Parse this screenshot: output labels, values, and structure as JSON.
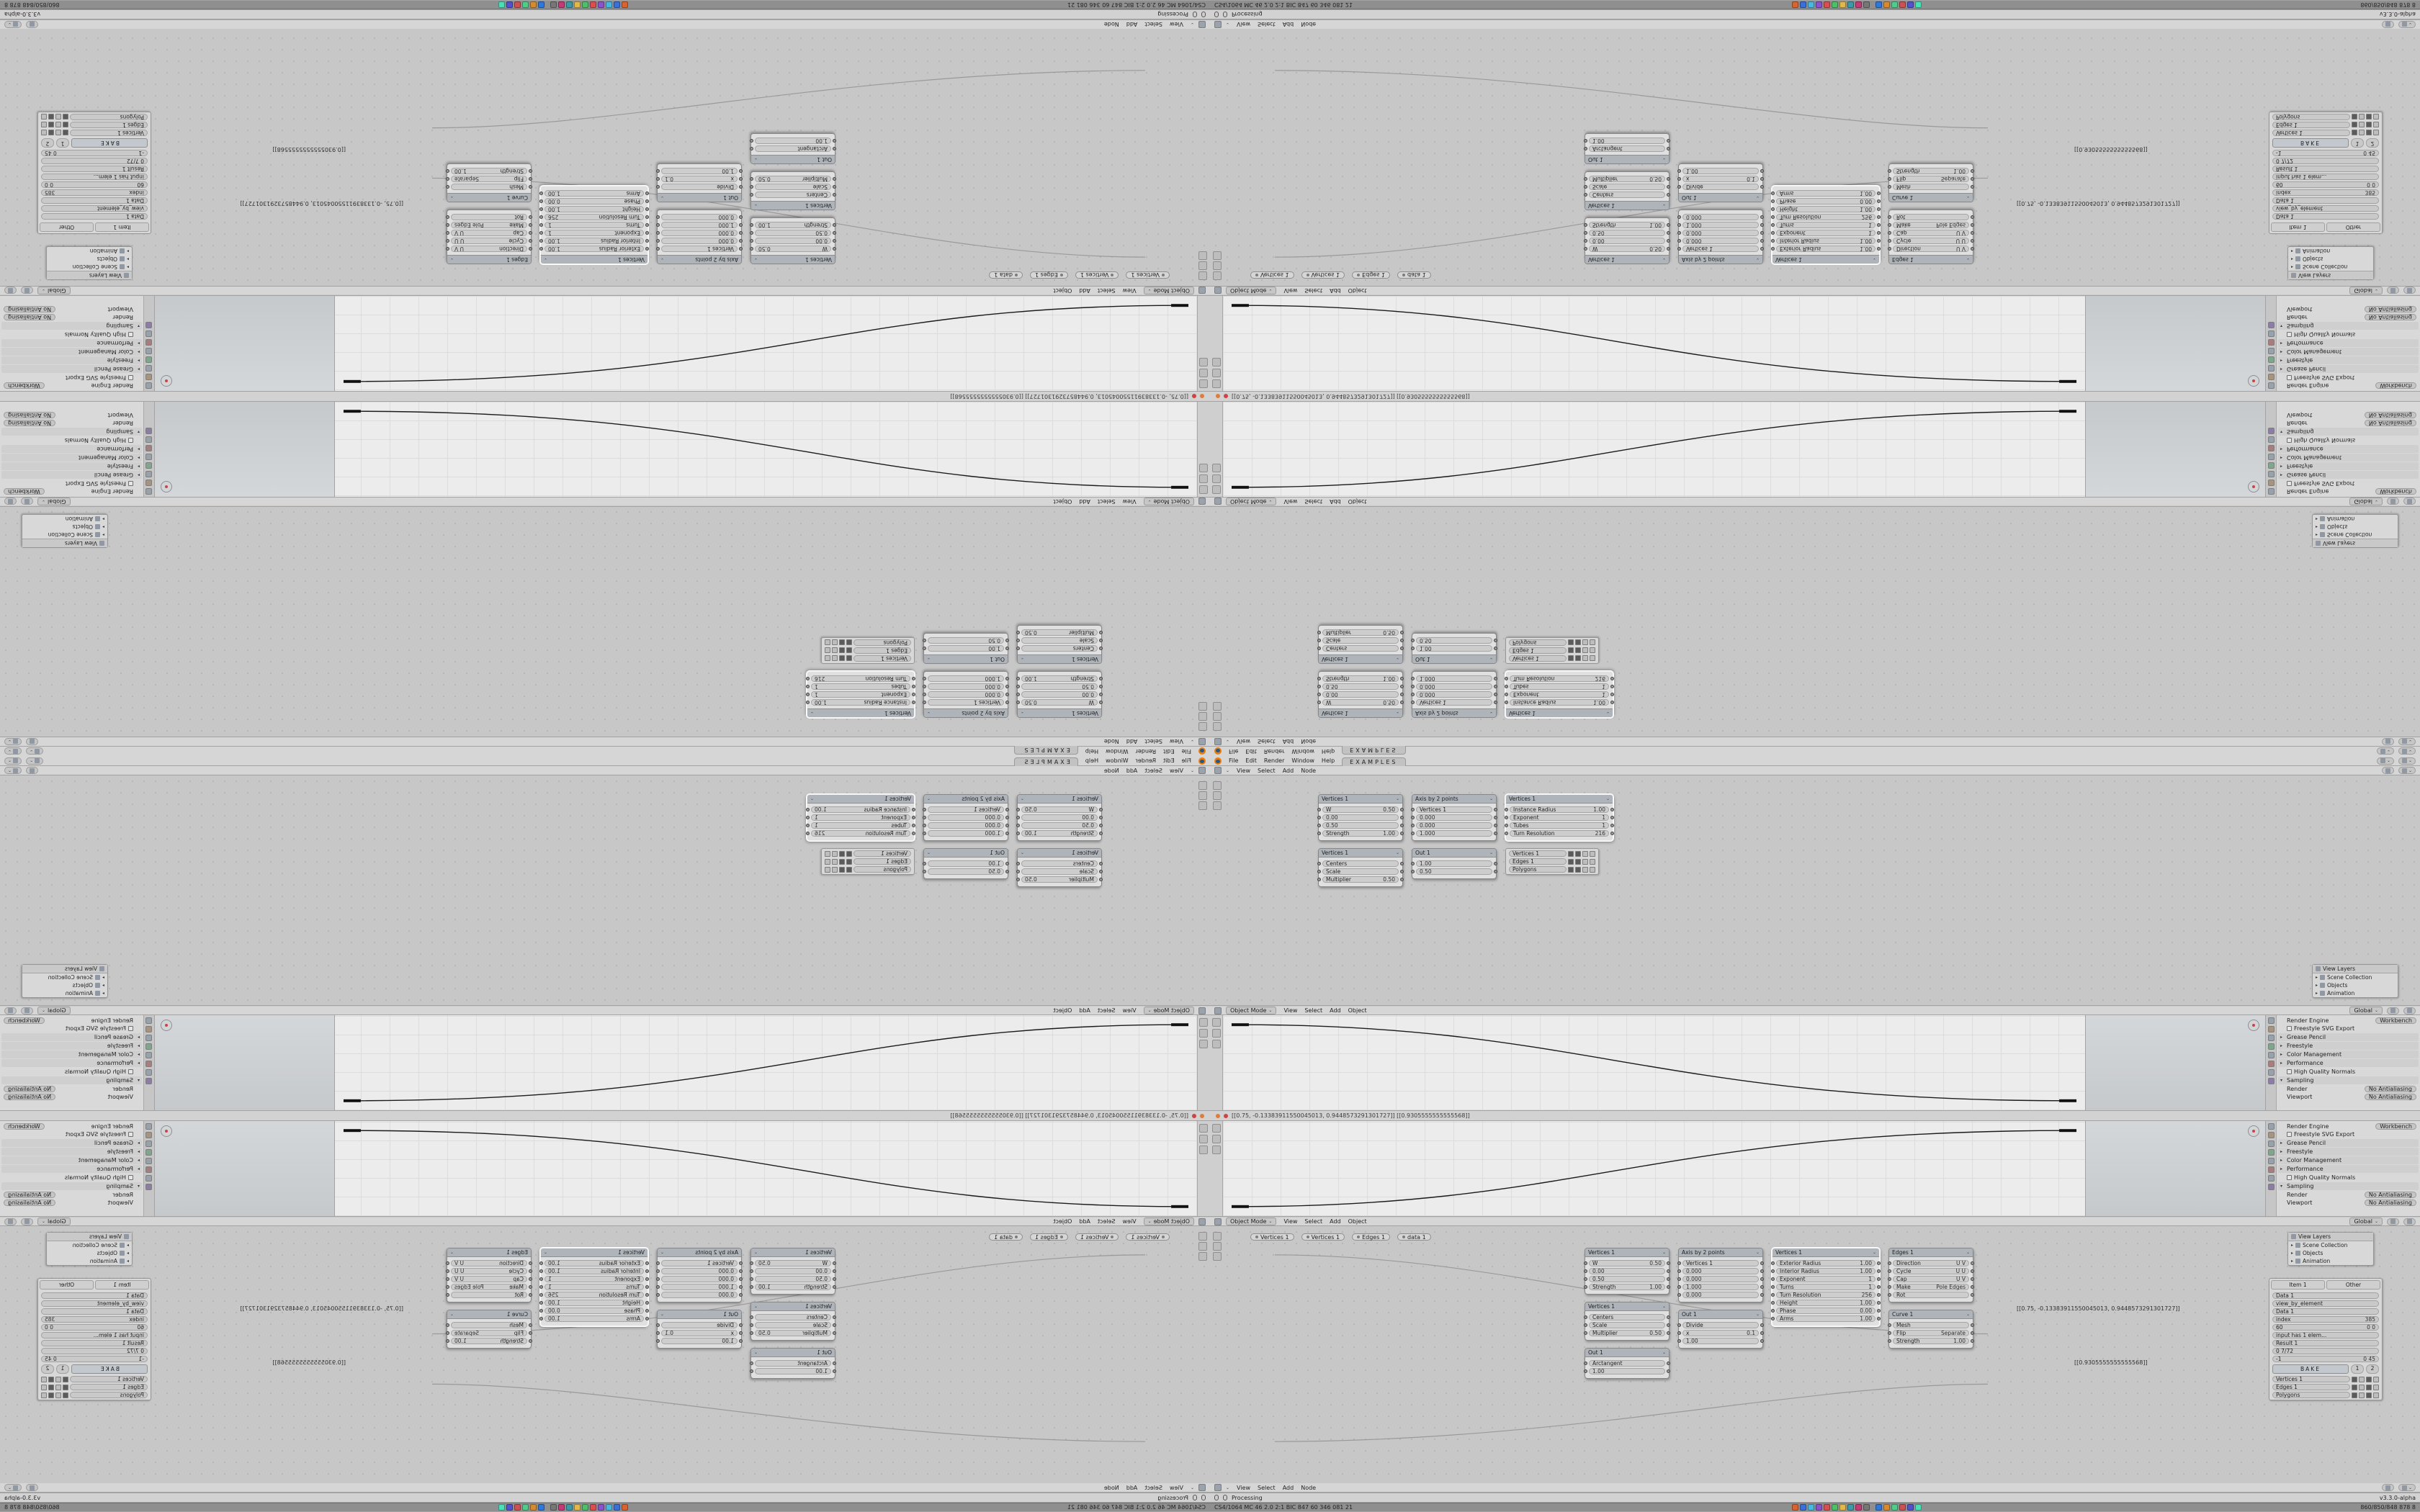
{
  "colors": {
    "accent_blue": "#4772b3",
    "curve_line": "#1b1b1b",
    "warning": "#e07b39",
    "error": "#cc4444"
  },
  "topbar": {
    "menus": [
      "File",
      "Edit",
      "Render",
      "Window",
      "Help"
    ],
    "workspace_tab": "EXAMPLES"
  },
  "status_bar": {
    "job": "Processing",
    "version": "v3.3.0-alpha"
  },
  "taskbar": {
    "stats_left": "CS4/1064 MC 46 2.0 2:1 BIC 847 60 346 081 21",
    "stats_right": "860/850/848 878 8",
    "icon_colors_a": [
      "#d9642f",
      "#3b6fd9",
      "#49b8e0",
      "#8a52cc",
      "#d94f4f",
      "#4fc06a",
      "#e0b949",
      "#3b9aa6",
      "#c23a76",
      "#777777"
    ],
    "icon_colors_b": [
      "#2f77d9",
      "#d98a2f",
      "#52cc8a",
      "#cc5252",
      "#5252cc",
      "#49e0b8"
    ]
  },
  "editor_headers": {
    "viewport": {
      "mode": "Object Mode",
      "orientation": "Global",
      "menus": [
        "View",
        "Select",
        "Add",
        "Object"
      ]
    },
    "node": {
      "menus": [
        "View",
        "Select",
        "Add",
        "Node"
      ]
    }
  },
  "info_strip": {
    "text": "[[0.75, -0.13383911550045013, 0.9448573291301727]]   [[0.9305555555555568]]"
  },
  "properties": {
    "rows": [
      {
        "t": "select",
        "label": "Render Engine",
        "value": "Workbench"
      },
      {
        "t": "check",
        "label": "Freestyle SVG Export",
        "value": ""
      },
      {
        "t": "sec",
        "label": "Grease Pencil",
        "value": ""
      },
      {
        "t": "sec",
        "label": "Freestyle",
        "value": ""
      },
      {
        "t": "sec",
        "label": "Color Management",
        "value": ""
      },
      {
        "t": "sec",
        "label": "Performance",
        "value": ""
      },
      {
        "t": "check",
        "label": "High Quality Normals",
        "value": ""
      },
      {
        "t": "secopen",
        "label": "Sampling",
        "value": ""
      },
      {
        "t": "select",
        "label": "Render",
        "value": "No Antialiasing"
      },
      {
        "t": "select",
        "label": "Viewport",
        "value": "No Antialiasing"
      }
    ]
  },
  "outliner": {
    "header": "View Layers",
    "items": [
      "Scene Collection",
      "Objects",
      "Animation"
    ]
  },
  "annotations": {
    "vector": "[[0.75, -0.13383911550045013, 0.9448573291301727]]",
    "scalar": "[[0.9305555555555568]]"
  },
  "cluster_a": {
    "nodes": [
      {
        "title": "Vertices 1",
        "rows": [
          {
            "l": "W",
            "v": "0.50"
          },
          {
            "l": "",
            "v": "0.00"
          },
          {
            "l": "",
            "v": "0.50"
          },
          {
            "l": "Strength",
            "v": "1.00"
          }
        ]
      },
      {
        "title": "Vertices 1",
        "rows": [
          {
            "l": "Centers",
            "v": ""
          },
          {
            "l": "Scale",
            "v": ""
          },
          {
            "l": "Multiplier",
            "v": "0.50"
          }
        ]
      },
      {
        "title": "Axis by 2 points",
        "rows": [
          {
            "l": "Vertices 1",
            "v": ""
          },
          {
            "l": "",
            "v": "0.000"
          },
          {
            "l": "",
            "v": "0.000"
          },
          {
            "l": "",
            "v": "1.000"
          }
        ]
      },
      {
        "title": "Vertices 1",
        "rows": [
          {
            "l": "Instance Radius",
            "v": "1.00"
          },
          {
            "l": "Exponent",
            "v": "1"
          },
          {
            "l": "Tubes",
            "v": "1"
          },
          {
            "l": "Turn Resolution",
            "v": "216"
          }
        ]
      },
      {
        "title": "Out 1",
        "rows": [
          {
            "l": "",
            "v": "1.00"
          },
          {
            "l": "",
            "v": "0.50"
          }
        ]
      }
    ]
  },
  "cluster_b": {
    "chips": [
      "Vertices 1",
      "Vertices 1",
      "Edges 1",
      "data 1"
    ],
    "nodes": [
      {
        "title": "Out 1",
        "rows": [
          {
            "l": "Arctangent",
            "v": ""
          },
          {
            "l": "",
            "v": "1.00"
          }
        ]
      },
      {
        "title": "Out 1",
        "rows": [
          {
            "l": "Divide",
            "v": ""
          },
          {
            "l": "x",
            "v": "0.1"
          },
          {
            "l": "",
            "v": "1.00"
          }
        ]
      },
      {
        "title": "Axis by 2 points",
        "rows": [
          {
            "l": "Vertices 1",
            "v": ""
          },
          {
            "l": "",
            "v": "0.000"
          },
          {
            "l": "",
            "v": "0.000"
          },
          {
            "l": "",
            "v": "1.000"
          },
          {
            "l": "",
            "v": "0.000"
          }
        ]
      },
      {
        "title": "Vertices 1",
        "rows": [
          {
            "l": "Exterior Radius",
            "v": "1.00"
          },
          {
            "l": "Interior Radius",
            "v": "1.00"
          },
          {
            "l": "Exponent",
            "v": "1"
          },
          {
            "l": "Turns",
            "v": "1"
          },
          {
            "l": "Turn Resolution",
            "v": "256"
          },
          {
            "l": "Height",
            "v": "1.00"
          },
          {
            "l": "Phase",
            "v": "0.00"
          },
          {
            "l": "Arms",
            "v": "1.00"
          }
        ]
      },
      {
        "title": "Edges 1",
        "rows": [
          {
            "l": "Direction",
            "v": "U  V"
          },
          {
            "l": "Cycle",
            "v": "U  U"
          },
          {
            "l": "Cap",
            "v": "U  V"
          },
          {
            "l": "Make",
            "v": "Pole  Edges"
          },
          {
            "l": "Rot",
            "v": ""
          }
        ]
      },
      {
        "title": "Curve 1",
        "rows": [
          {
            "l": "Mesh",
            "v": ""
          },
          {
            "l": "Flip",
            "v": "Separate"
          },
          {
            "l": "Strength",
            "v": "1.00"
          }
        ]
      },
      {
        "title": "Vertices 1",
        "rows": [
          {
            "l": "W",
            "v": "0.50"
          },
          {
            "l": "",
            "v": "0.00"
          },
          {
            "l": "",
            "v": "0.50"
          },
          {
            "l": "Strength",
            "v": "1.00"
          }
        ]
      },
      {
        "title": "Vertices 1",
        "rows": [
          {
            "l": "Centers",
            "v": ""
          },
          {
            "l": "Scale",
            "v": ""
          },
          {
            "l": "Multiplier",
            "v": "0.50"
          }
        ]
      }
    ]
  },
  "sidebar": {
    "tabs": [
      "Item 1",
      "Other"
    ],
    "rows": [
      {
        "l": "Data 1",
        "v": ""
      },
      {
        "l": "view_by_element",
        "v": ""
      },
      {
        "l": "Data 1",
        "v": ""
      },
      {
        "l": "index",
        "v": "385"
      },
      {
        "l": "60",
        "v": "0  0"
      },
      {
        "l": "input has 1 elem...",
        "v": ""
      },
      {
        "l": "Result 1",
        "v": ""
      },
      {
        "l": "0 7/72",
        "v": ""
      },
      {
        "l": "-1",
        "v": "0  45"
      }
    ],
    "bake_label": "BAKE",
    "bake_nums": [
      "1",
      "2"
    ]
  },
  "spreadsheet": {
    "rows": [
      "Vertices 1",
      "Edges 1",
      "Polygons"
    ]
  }
}
